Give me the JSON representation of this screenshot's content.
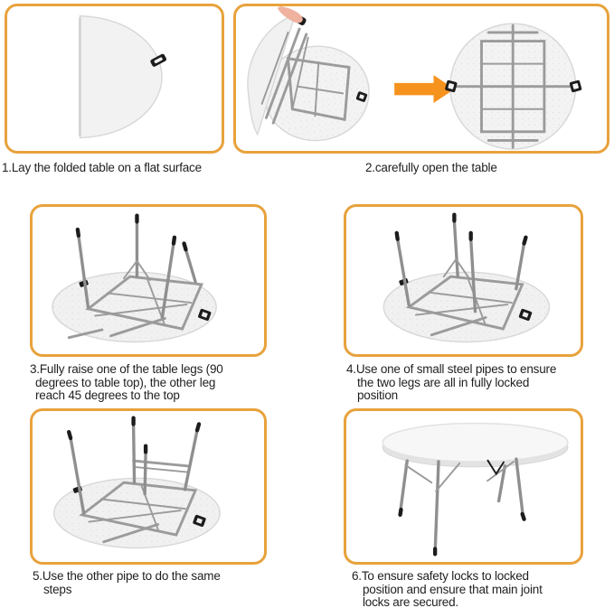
{
  "colors": {
    "panel_border": "#E8A23C",
    "arrow": "#F6921E",
    "text": "#1F1F1F",
    "table_fill": "#F2F2F2",
    "table_stroke": "#D8D8D8",
    "frame_gray": "#9B9B9B",
    "leg_gray": "#8F8F8F",
    "handle_black": "#1C1C1C",
    "hand_skin": "#EFB29E",
    "background": "#FFFFFF"
  },
  "steps": [
    {
      "id": "1",
      "illustration": "folded-half-table",
      "lines": [
        "1.Lay the folded table on a flat surface"
      ]
    },
    {
      "id": "2",
      "illustration": "open-table-sequence",
      "lines": [
        "2.carefully open the table"
      ]
    },
    {
      "id": "3",
      "illustration": "raise-first-legs",
      "lines": [
        "3.Fully raise one of the table legs (90",
        "degrees to table top), the other leg",
        "reach 45 degrees to the top"
      ]
    },
    {
      "id": "4",
      "illustration": "lock-two-legs-with-pipe",
      "lines": [
        "4.Use one of small steel pipes to ensure",
        "the two legs are all in fully locked",
        "position"
      ]
    },
    {
      "id": "5",
      "illustration": "lock-other-legs-with-pipe",
      "lines": [
        "5.Use the other pipe to do the same",
        "steps"
      ]
    },
    {
      "id": "6",
      "illustration": "upright-assembled-table",
      "lines": [
        "6.To ensure safety locks to locked",
        "position and ensure that main joint",
        "locks are secured."
      ]
    }
  ]
}
